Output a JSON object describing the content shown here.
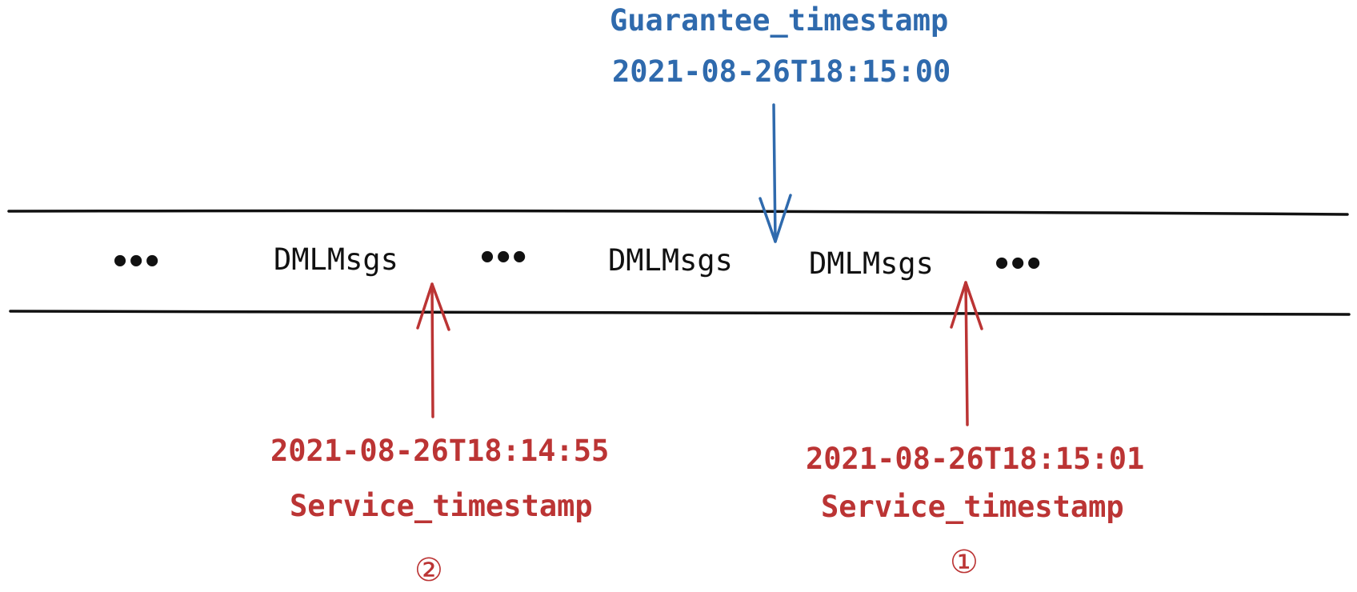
{
  "guarantee": {
    "label": "Guarantee_timestamp",
    "time": "2021-08-26T18:15:00",
    "color": "#2f6aad"
  },
  "stream": {
    "ellipsis": "•••",
    "message": "DMLMsgs"
  },
  "service_left": {
    "time": "2021-08-26T18:14:55",
    "label": "Service_timestamp",
    "marker": "②",
    "color": "#bb3434"
  },
  "service_right": {
    "time": "2021-08-26T18:15:01",
    "label": "Service_timestamp",
    "marker": "①",
    "color": "#bb3434"
  }
}
